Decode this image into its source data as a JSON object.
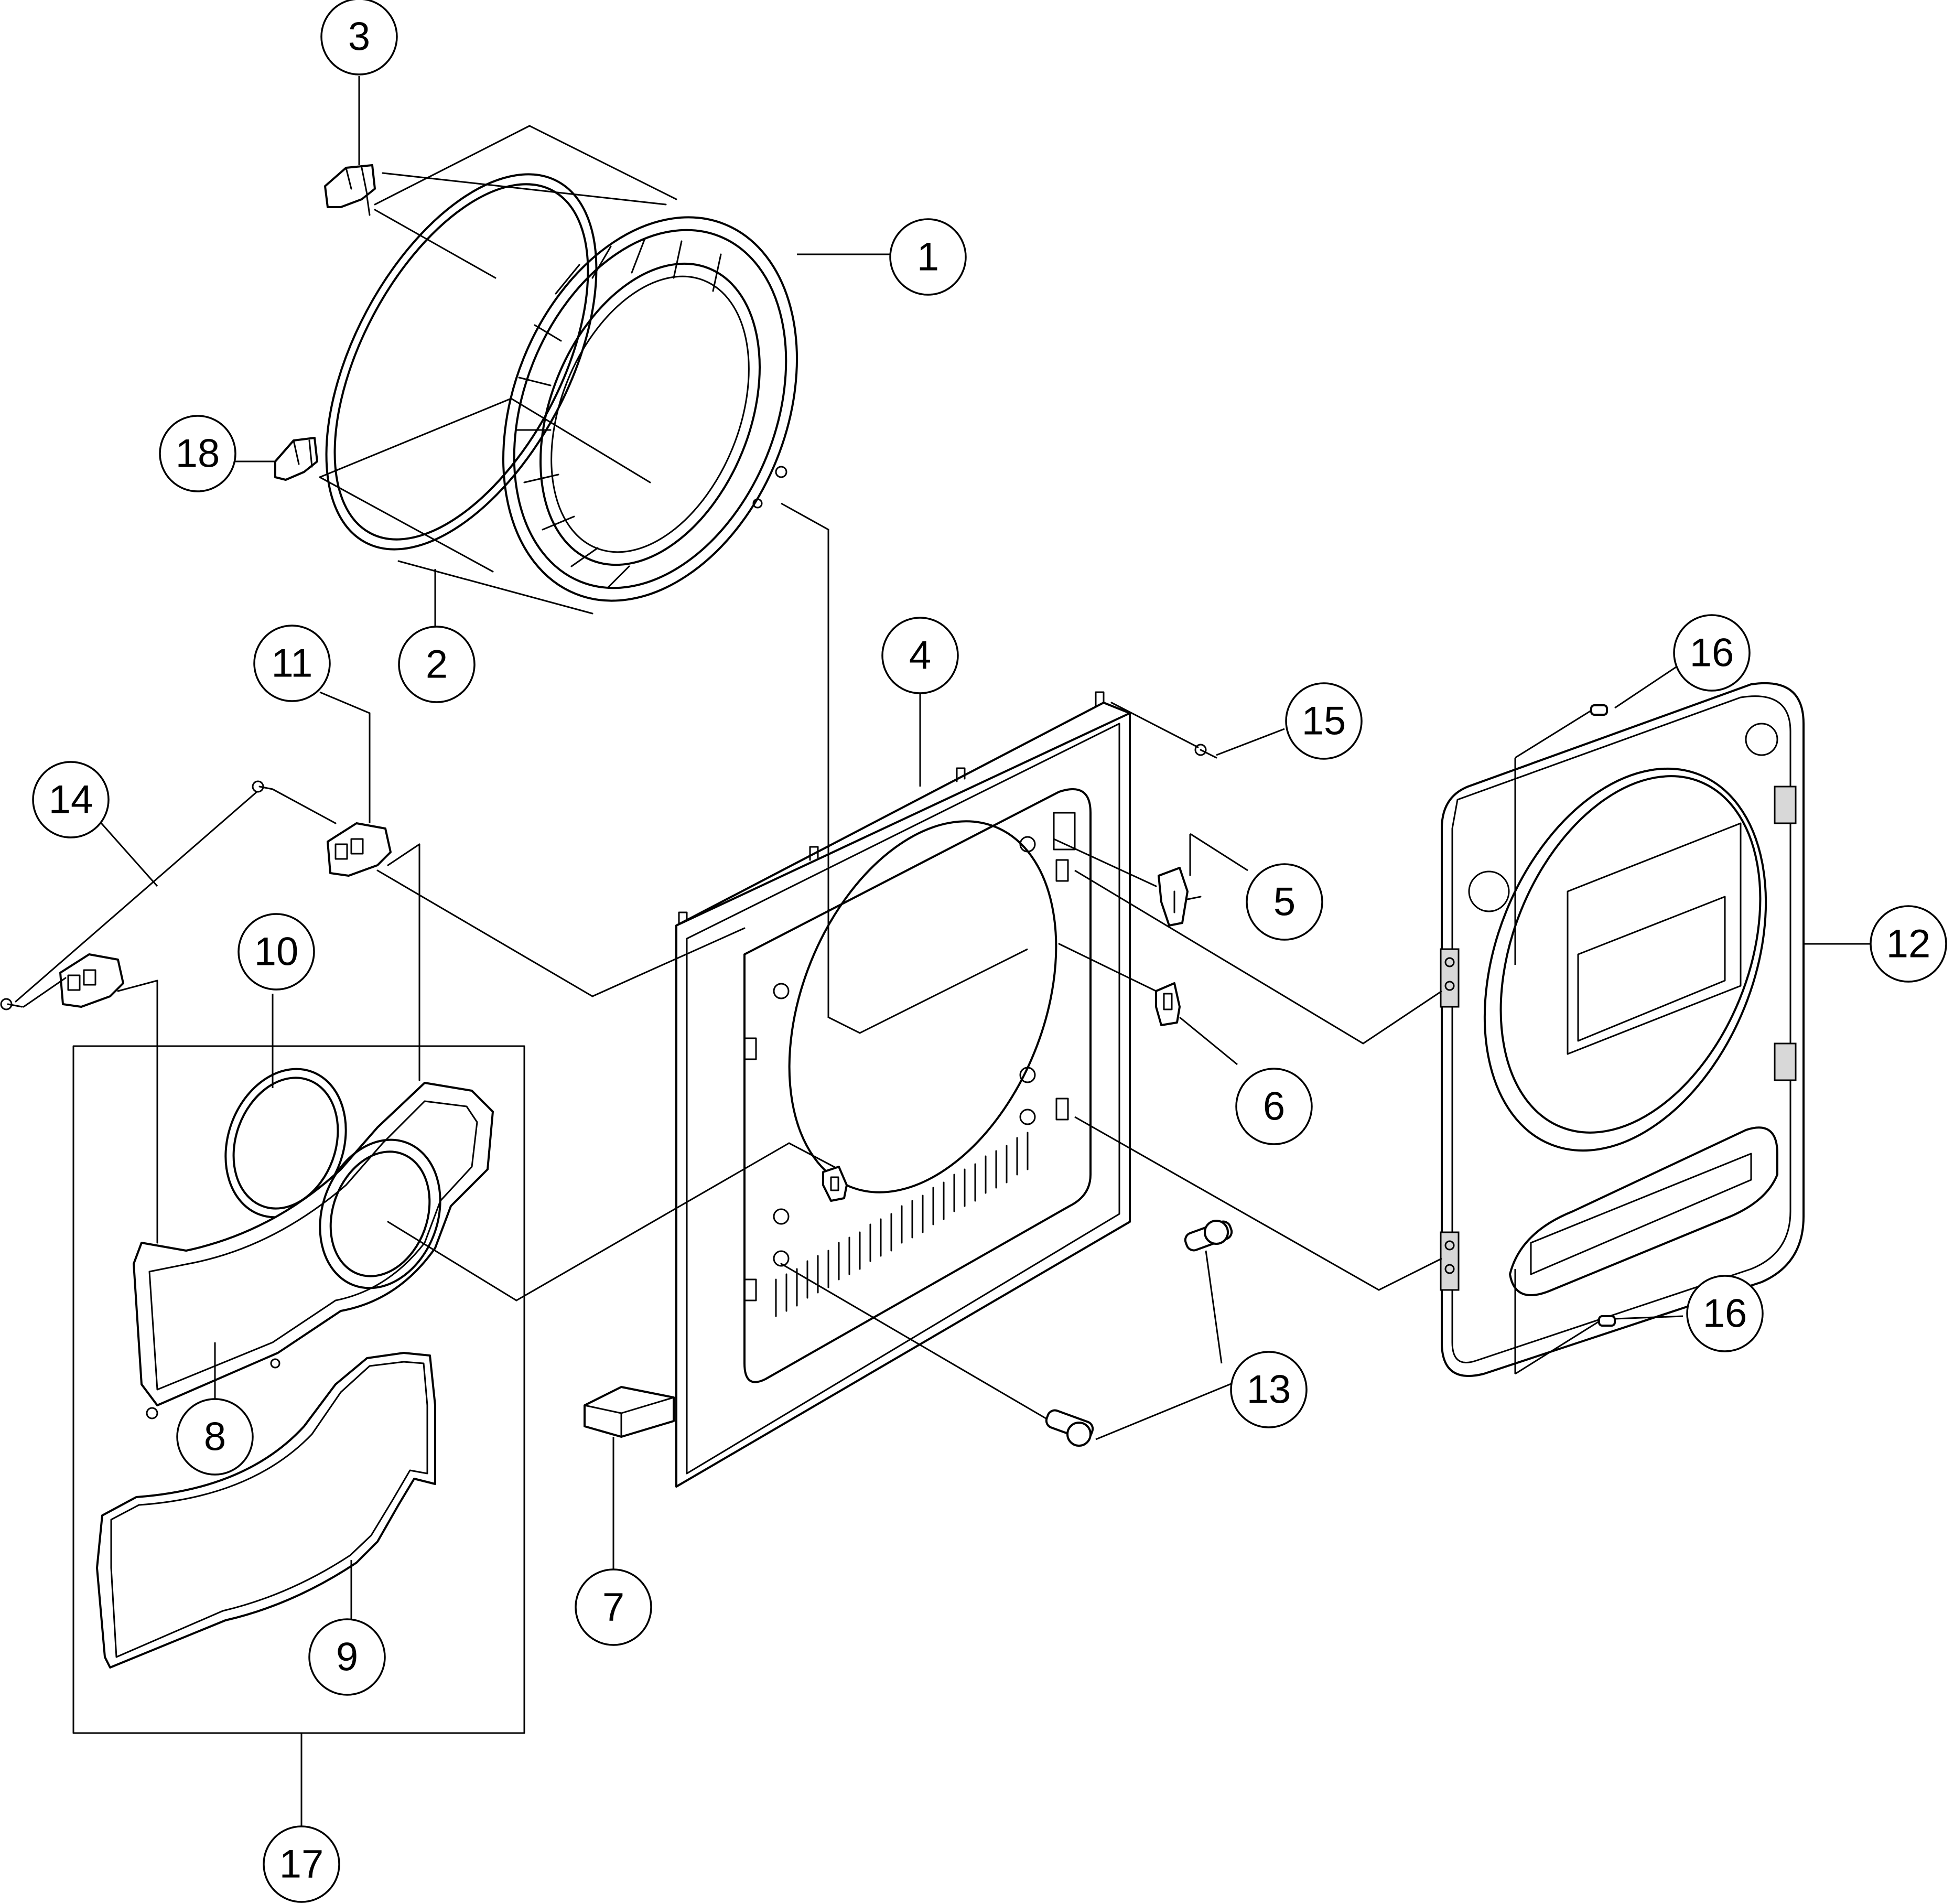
{
  "callouts": {
    "c1": "1",
    "c2": "2",
    "c3": "3",
    "c4": "4",
    "c5": "5",
    "c6": "6",
    "c7": "7",
    "c8": "8",
    "c9": "9",
    "c10": "10",
    "c11": "11",
    "c12": "12",
    "c13": "13",
    "c14": "14",
    "c15": "15",
    "c16a": "16",
    "c16b": "16",
    "c17": "17",
    "c18": "18"
  }
}
